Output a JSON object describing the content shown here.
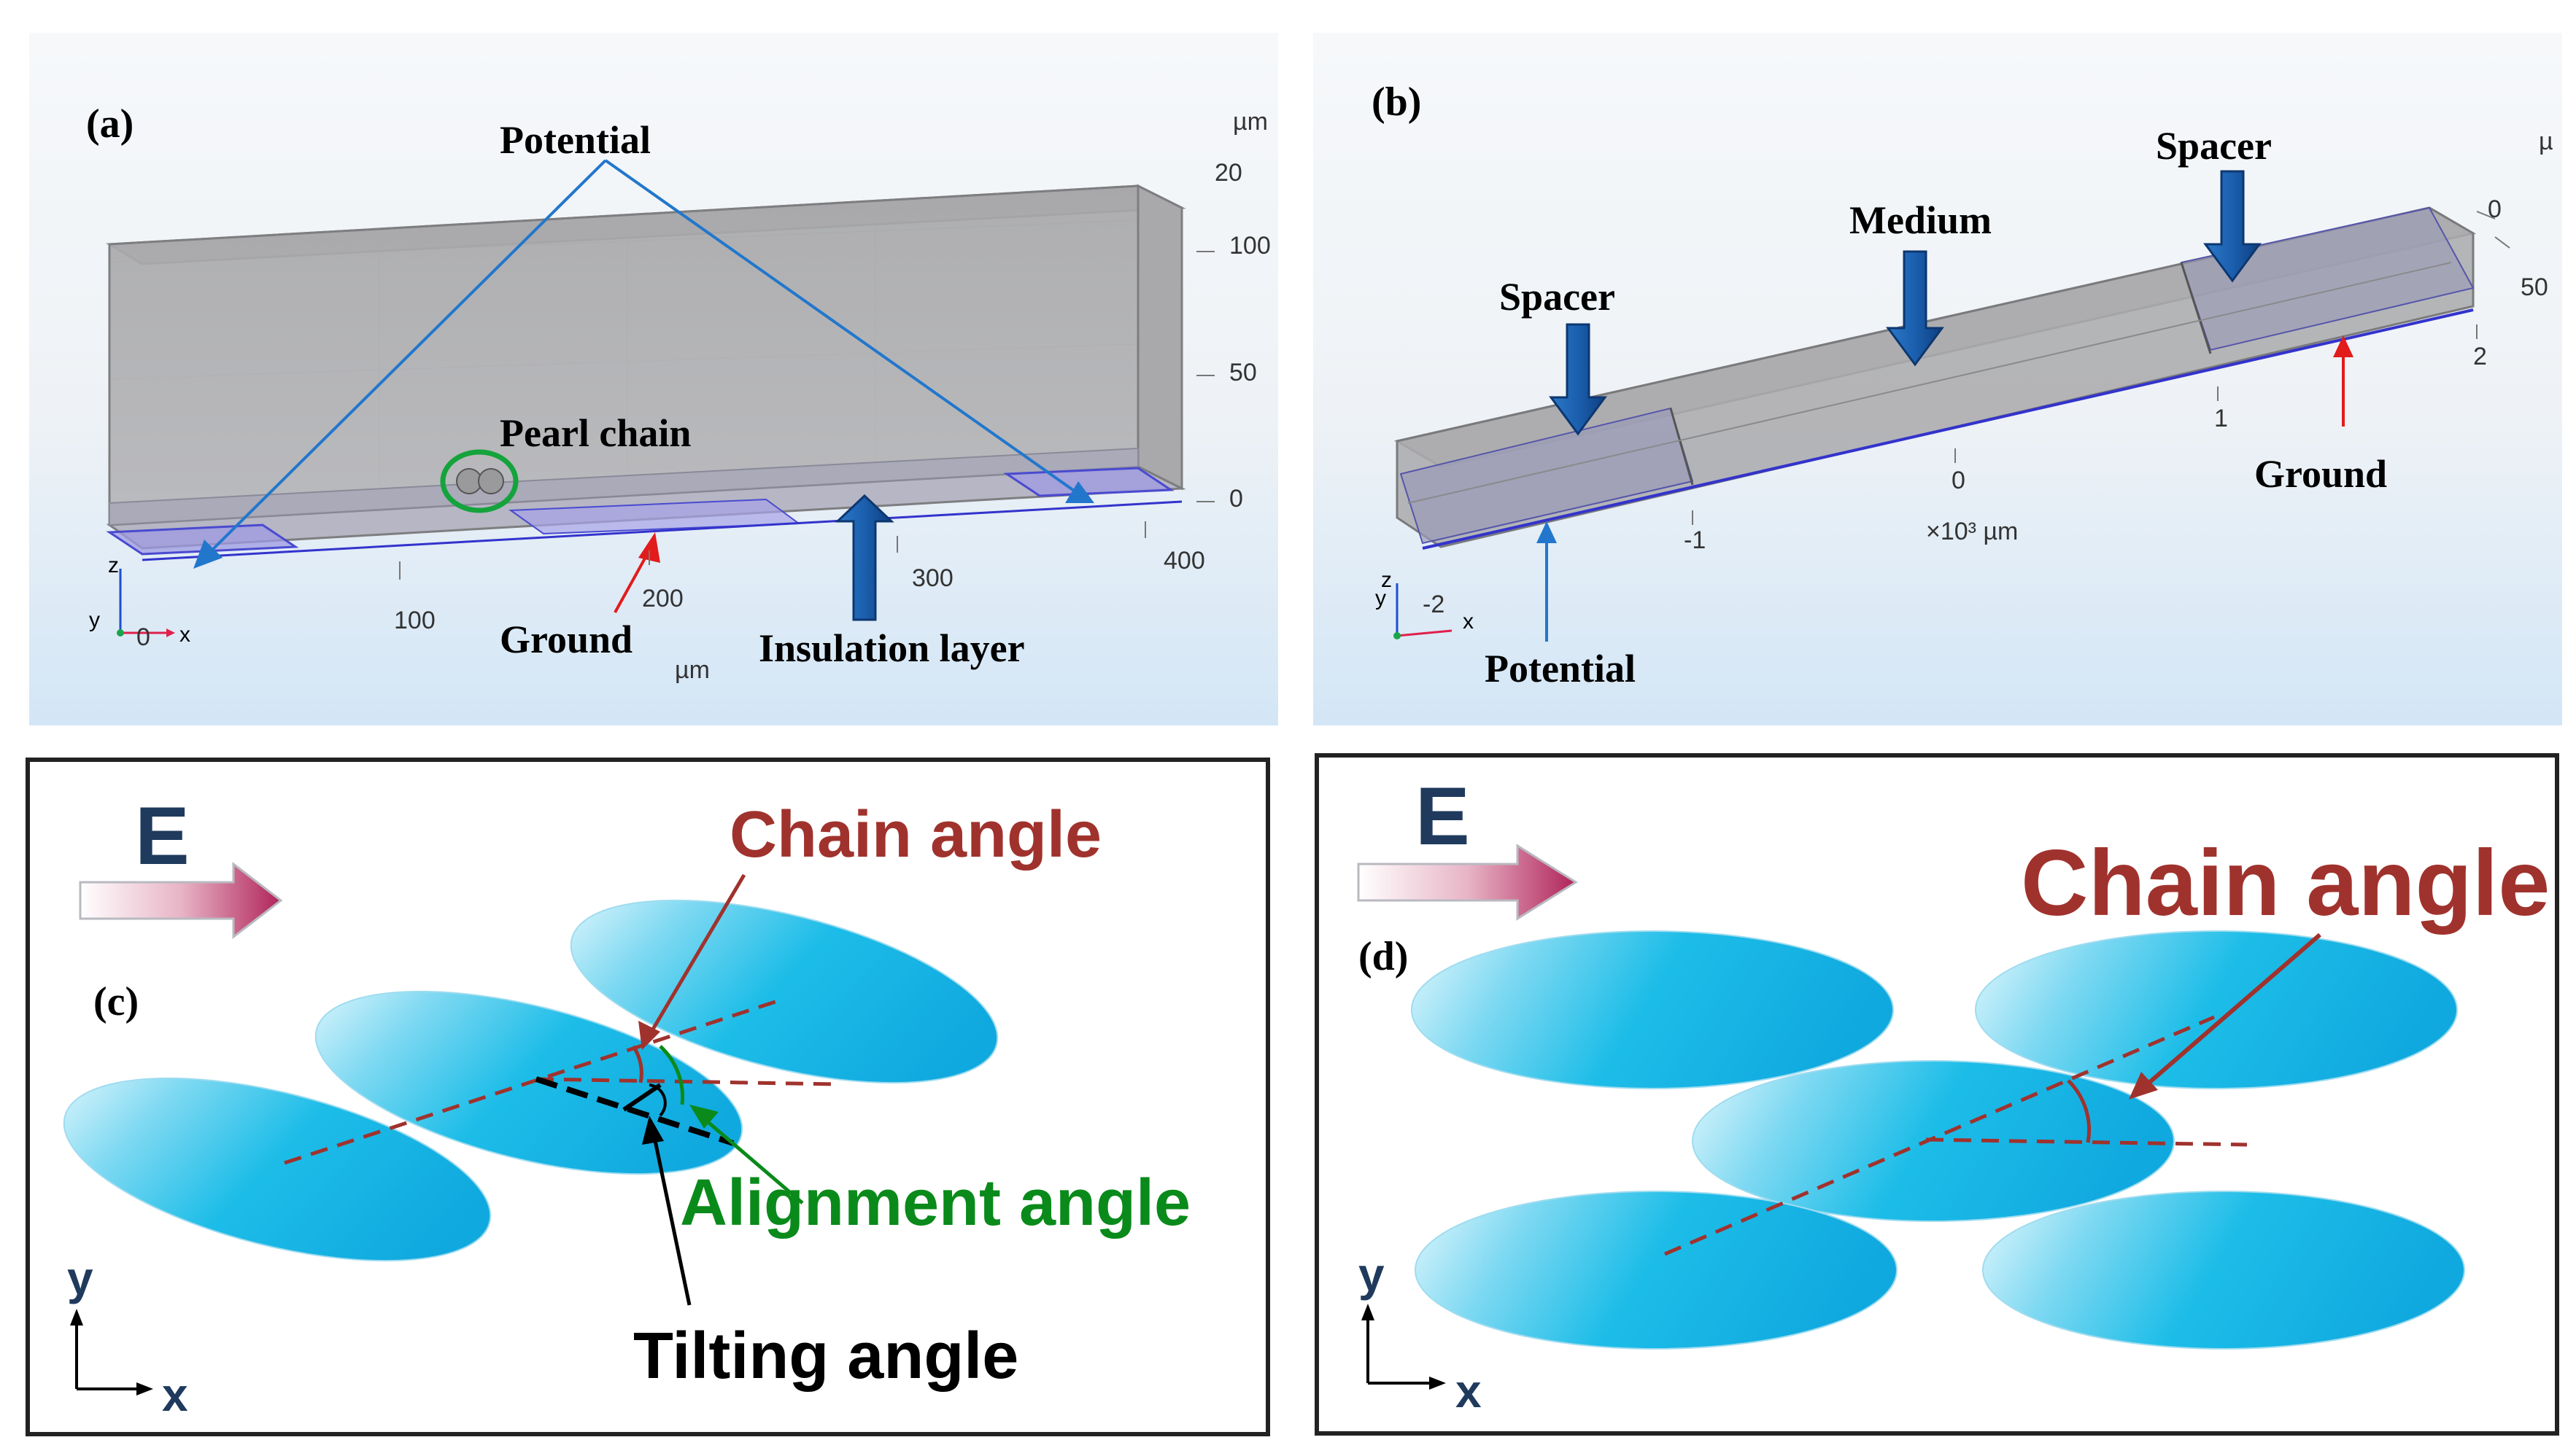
{
  "panel_a": {
    "label": "(a)",
    "potential": "Potential",
    "pearl_chain": "Pearl chain",
    "ground": "Ground",
    "insulation": "Insulation layer",
    "unit_top": "µm",
    "unit_bottom": "µm",
    "x_ticks": [
      "0",
      "100",
      "200",
      "300",
      "400"
    ],
    "z_ticks": [
      "20",
      "100",
      "50",
      "0"
    ],
    "axis": {
      "z": "z",
      "y": "y",
      "x": "x"
    }
  },
  "panel_b": {
    "label": "(b)",
    "spacer_left": "Spacer",
    "medium": "Medium",
    "spacer_right": "Spacer",
    "ground": "Ground",
    "potential": "Potential",
    "unit_top": "µ",
    "unit_label": "×10³ µm",
    "x_ticks": [
      "-2",
      "-1",
      "0",
      "1",
      "2"
    ],
    "right_ticks": [
      "0",
      "50"
    ],
    "axis": {
      "z": "z",
      "y": "y",
      "x": "x"
    }
  },
  "panel_c": {
    "label": "(c)",
    "field": "E",
    "chain_angle": "Chain angle",
    "alignment_angle": "Alignment angle",
    "tilting_angle": "Tilting angle",
    "axis_y": "y",
    "axis_x": "x"
  },
  "panel_d": {
    "label": "(d)",
    "field": "E",
    "chain_angle": "Chain angle",
    "axis_y": "y",
    "axis_x": "x"
  },
  "colors": {
    "dark_red": "#a0322d",
    "green": "#0a8a1a",
    "blue_arrow": "#1560b0",
    "red_arrow": "#e21b1b",
    "navy_E": "#1f3a5c",
    "ellipse": "#29bde6"
  }
}
